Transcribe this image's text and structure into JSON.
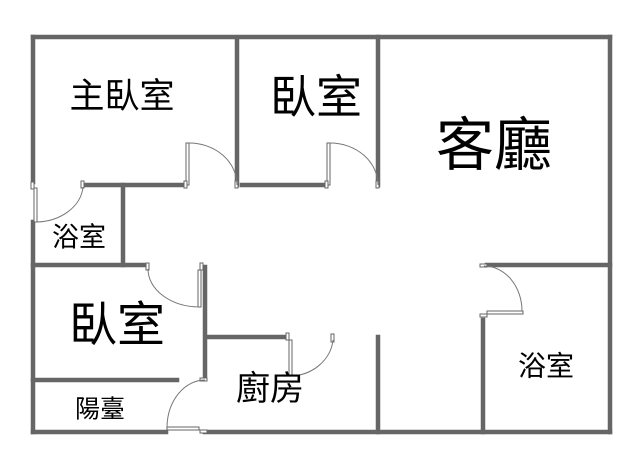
{
  "rooms": {
    "master_bedroom": "主臥室",
    "bedroom_top": "臥室",
    "living_room": "客廳",
    "bathroom_left": "浴室",
    "bedroom_left": "臥室",
    "kitchen": "廚房",
    "balcony": "陽臺",
    "bathroom_right": "浴室"
  },
  "colors": {
    "wall": "#666666",
    "text": "#000000"
  }
}
